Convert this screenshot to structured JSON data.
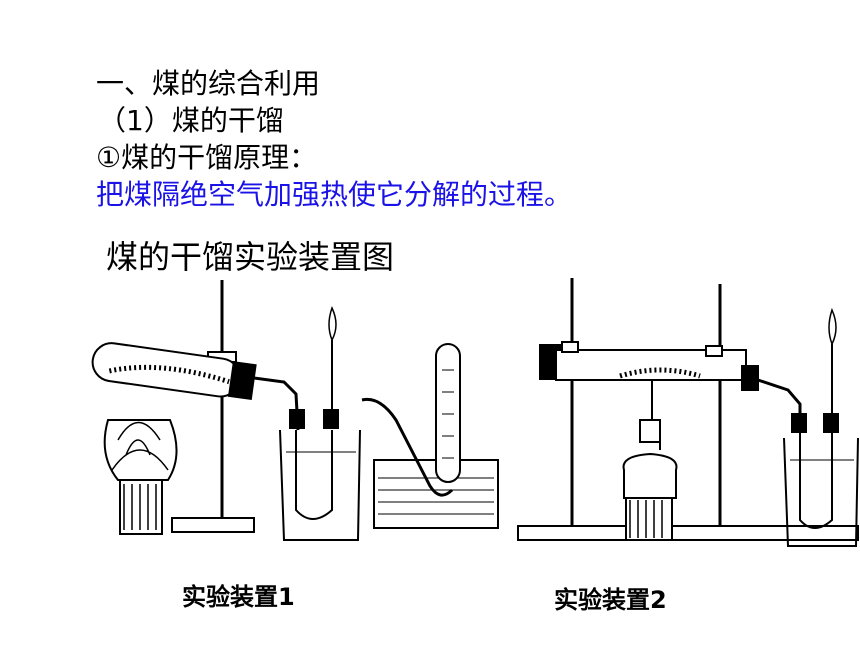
{
  "section": {
    "heading": "一、煤的综合利用",
    "subheading": "（1）煤的干馏",
    "principle_label": "①煤的干馏原理：",
    "definition": "把煤隔绝空气加强热使它分解的过程。"
  },
  "figure": {
    "title": "煤的干馏实验装置图",
    "caption_1": "实验装置1",
    "caption_2": "实验装置2"
  },
  "colors": {
    "definition_text": "#1a12e6",
    "line_art": "#000000"
  }
}
